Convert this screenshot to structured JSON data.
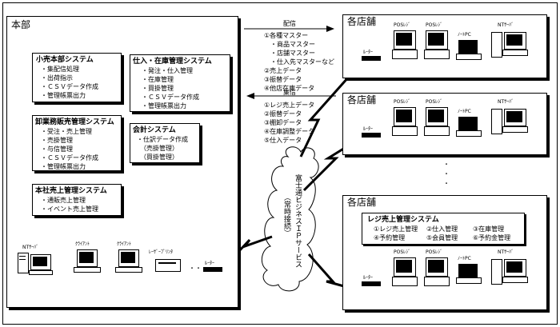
{
  "honbu": {
    "title": "本部",
    "kouri": {
      "title": "小売本部システム",
      "items": [
        "・集配信処理",
        "・出荷指示",
        "・ＣＳＶデータ作成",
        "・管理帳票出力"
      ]
    },
    "shiire": {
      "title": "仕入・在庫管理システム",
      "items": [
        "・発注・仕入管理",
        "・在庫管理",
        "・買掛管理",
        "・ＣＳＶデータ作成",
        "・管理帳票出力"
      ]
    },
    "oroshi": {
      "title": "卸業務販売管理システム",
      "items": [
        "・受注・売上管理",
        "・売掛管理",
        "・与信管理",
        "・ＣＳＶデータ作成",
        "・管理帳票出力"
      ]
    },
    "kaikei": {
      "title": "会計システム",
      "items": [
        "・仕訳データ作成",
        "（売掛管理）",
        "（買掛管理）"
      ]
    },
    "honsha": {
      "title": "本社売上管理システム",
      "items": [
        "・通販売上管理",
        "・イベント売上管理"
      ]
    },
    "devices": {
      "nt": "NTｻｰﾊﾞ",
      "client1": "ｸﾗｲｱﾝﾄ",
      "client2": "ｸﾗｲｱﾝﾄ",
      "laser": "ﾚｰｻﾞｰﾌﾟﾘﾝﾀ",
      "router": "ﾙｰﾀｰ",
      "dots": "・・・"
    }
  },
  "haishin": {
    "title": "配信",
    "items": [
      "①各種マスター",
      "・商品マスター",
      "・店舗マスター",
      "・仕入先マスターなど",
      "②売上データ",
      "③振替データ",
      "④他店在庫データ"
    ]
  },
  "shushin": {
    "title": "集信",
    "items": [
      "①レジ売上データ",
      "②振替データ",
      "③棚卸データ",
      "④在庫調整データ",
      "⑤仕入データ"
    ]
  },
  "network": {
    "line1": "富士通ビジネスＩＰサービス",
    "line2": "（常時接続）"
  },
  "stores": {
    "title": "各店舗",
    "pos": "POSﾚｼﾞ",
    "notepc": "ﾉｰﾄPC",
    "nt": "NTｻｰﾊﾞ",
    "router": "ﾙｰﾀｰ",
    "vdots": "・\n・\n・",
    "regi": {
      "title": "レジ売上管理システム",
      "row1": [
        "①レジ売上管理",
        "②仕入管理",
        "③在庫管理"
      ],
      "row2": [
        "④予約管理",
        "⑤会員管理",
        "⑥予約金管理"
      ]
    }
  }
}
